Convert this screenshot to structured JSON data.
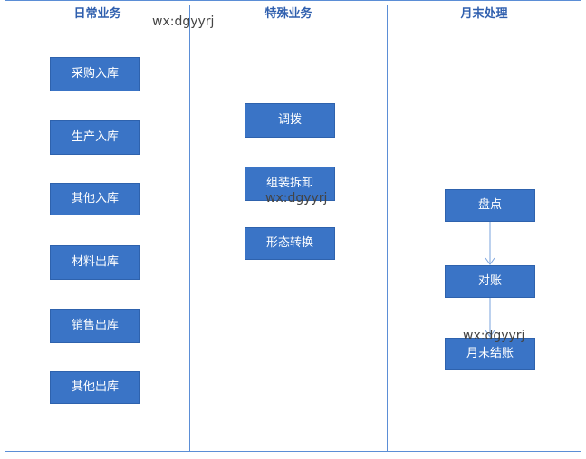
{
  "lanes": {
    "daily": {
      "header": "日常业务",
      "items": [
        "采购入库",
        "生产入库",
        "其他入库",
        "材料出库",
        "销售出库",
        "其他出库"
      ]
    },
    "special": {
      "header": "特殊业务",
      "items": [
        "调拨",
        "组装拆卸",
        "形态转换"
      ]
    },
    "month_end": {
      "header": "月末处理",
      "items": [
        "盘点",
        "对账",
        "月末结账"
      ]
    }
  },
  "flow": [
    "盘点",
    "对账",
    "月末结账"
  ],
  "watermark": "wx:dgyyrj",
  "colors": {
    "line": "#5b8ed6",
    "box_fill": "#3a74c6",
    "header_text": "#2f5fae",
    "box_text": "#ffffff"
  }
}
